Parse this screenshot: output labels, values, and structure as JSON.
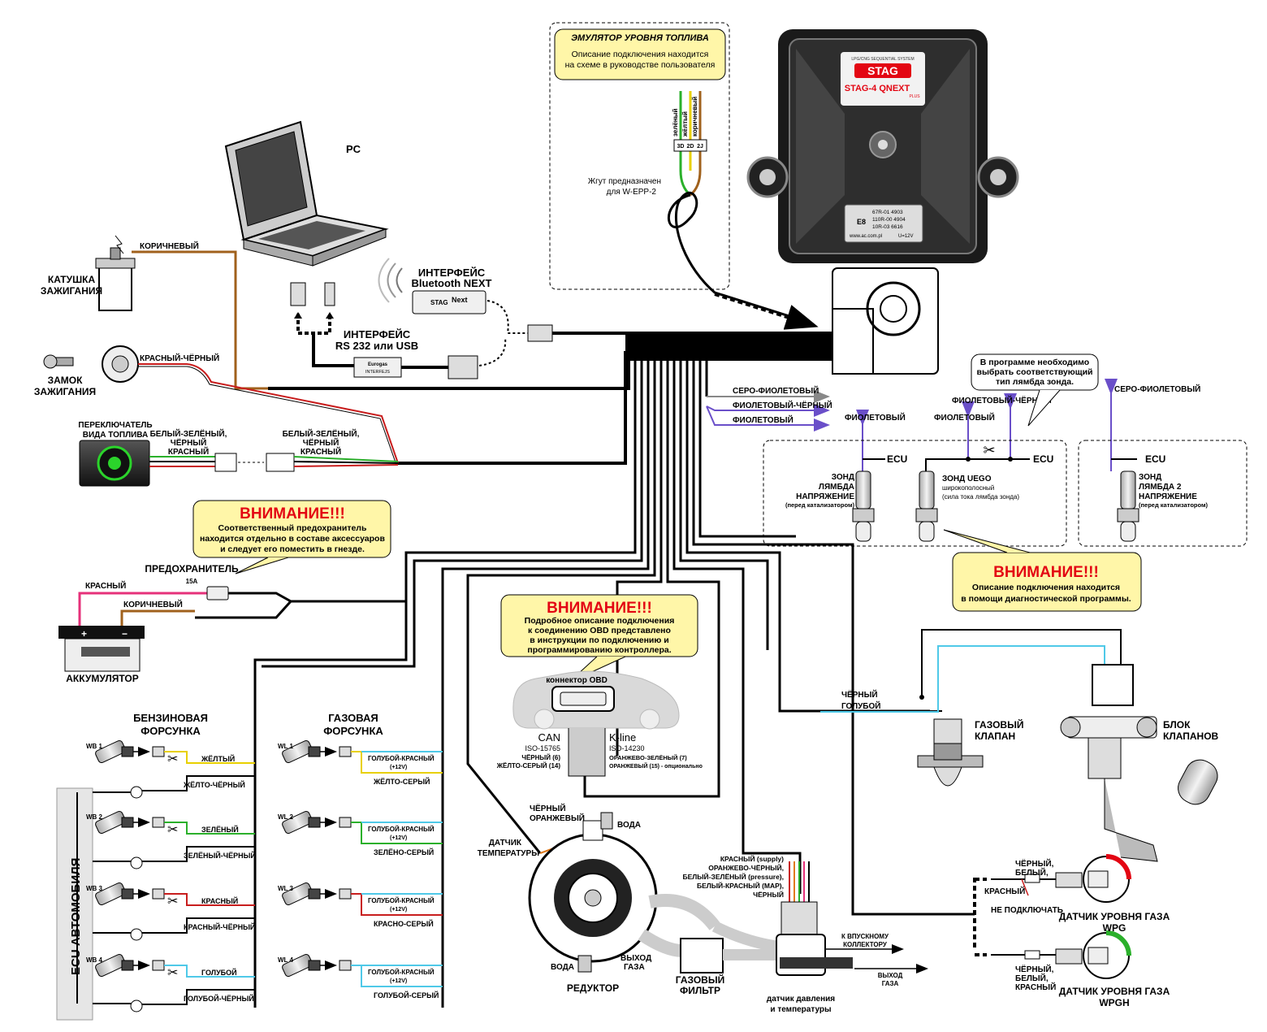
{
  "colors": {
    "accent_red": "#e30613",
    "note_yellow": "#fff6a8",
    "wire": "#000000"
  },
  "emulator": {
    "title": "ЭМУЛЯТОР УРОВНЯ ТОПЛИВА",
    "desc1": "Описание подключения находится",
    "desc2": "на схеме в руководстве пользователя",
    "wire_green": "зелёный",
    "wire_yellow": "жёлтый",
    "wire_brown": "коричневый",
    "pin1": "3D",
    "pin2": "2D",
    "pin3": "2J",
    "harness1": "Жгут предназначен",
    "harness2": "для W-EPP-2"
  },
  "ecu_unit": {
    "brand": "STAG",
    "model": "STAG-4 QNEXT",
    "model_sub": "PLUS",
    "subtitle": "LPG/CNG SEQUENTIAL SYSTEM",
    "cert_mark": "E8",
    "cert1": "67R-01 4903",
    "cert2": "110R-00 4904",
    "cert3": "10R-03 6616",
    "website": "www.ac.com.pl",
    "voltage": "U=12V"
  },
  "pc": {
    "label": "PC"
  },
  "bluetooth": {
    "title1": "ИНТЕРФЕЙС",
    "title2": "Bluetooth NEXT",
    "brand": "STAG",
    "device": "Next"
  },
  "rs232": {
    "title1": "ИНТЕРФЕЙС",
    "title2": "RS 232 или USB",
    "brand": "Eurogas",
    "device": "INTERFEJS"
  },
  "ignition_coil": {
    "label1": "КАТУШКА",
    "label2": "ЗАЖИГАНИЯ",
    "wire": "КОРИЧНЕВЫЙ"
  },
  "ignition_lock": {
    "label1": "ЗАМОК",
    "label2": "ЗАЖИГАНИЯ",
    "wire": "КРАСНЫЙ-ЧЁРНЫЙ"
  },
  "switch": {
    "label1": "ПЕРЕКЛЮЧАТЕЛЬ",
    "label2": "ВИДА ТОПЛИВА",
    "wires1": "БЕЛЫЙ-ЗЕЛЁНЫЙ,",
    "wires2": "ЧЁРНЫЙ",
    "wires3": "КРАСНЫЙ"
  },
  "warning_fuse": {
    "title": "ВНИМАНИЕ!!!",
    "l1": "Соответственный предохранитель",
    "l2": "находится отдельно в составе аксессуаров",
    "l3": "и следует его поместить в гнезде."
  },
  "fuse": {
    "label": "ПРЕДОХРАНИТЕЛЬ",
    "rating": "15A",
    "wire_red": "КРАСНЫЙ",
    "wire_brown": "КОРИЧНЕВЫЙ"
  },
  "battery": {
    "label": "АККУМУЛЯТОР",
    "plus": "+",
    "minus": "−"
  },
  "lambda_note": {
    "l1": "В программе необходимо",
    "l2": "выбрать соответствующий",
    "l3": "тип лямбда зонда."
  },
  "lambda_wires": {
    "w1": "СЕРО-ФИОЛЕТОВЫЙ",
    "w2": "ФИОЛЕТОВЫЙ-ЧЁРНЫЙ",
    "w3": "ФИОЛЕТОВЫЙ",
    "w4": "ФИОЛЕТОВЫЙ",
    "w5": "ФИОЛЕТОВЫЙ",
    "w6": "ФИОЛЕТОВЫЙ-ЧЁРНЫЙ",
    "w7": "СЕРО-ФИОЛЕТОВЫЙ"
  },
  "sensors": {
    "ecu": "ECU",
    "s1_l1": "ЗОНД",
    "s1_l2": "ЛЯМБДА",
    "s1_l3": "НАПРЯЖЕНИЕ",
    "s1_l4": "(перед катализатором)",
    "s2_l1": "ЗОНД UEGO",
    "s2_l2": "широкополосный",
    "s2_l3": "(сила тока лямбда зонда)",
    "s3_l1": "ЗОНД",
    "s3_l2": "ЛЯМБДА 2",
    "s3_l3": "НАПРЯЖЕНИЕ",
    "s3_l4": "(перед катализатором)"
  },
  "warning_diag": {
    "title": "ВНИМАНИЕ!!!",
    "l1": "Описание подключения находится",
    "l2": "в помощи диагностической программы."
  },
  "warning_obd": {
    "title": "ВНИМАНИЕ!!!",
    "l1": "Подробное описание подключения",
    "l2": "к соединению OBD представлено",
    "l3": "в инструкции по подключению и",
    "l4": "программированию контроллера."
  },
  "obd": {
    "label": "коннектор OBD",
    "can": "CAN",
    "can_std": "ISO-15765",
    "can_w1": "ЧЁРНЫЙ (6)",
    "can_w2": "ЖЁЛТО-СЕРЫЙ (14)",
    "kline": "K-line",
    "kline_std": "ISO-14230",
    "kline_w1": "ОРАНЖЕВО-ЗЕЛЁНЫЙ (7)",
    "kline_w2": "ОРАНЖЕВЫЙ (15) - опционально"
  },
  "gas_valve": {
    "label1": "ГАЗОВЫЙ",
    "label2": "КЛАПАН",
    "wire1": "ЧЁРНЫЙ",
    "wire2": "ГОЛУБОЙ"
  },
  "valve_block": {
    "label1": "БЛОК",
    "label2": "КЛАПАНОВ"
  },
  "petrol_inj": {
    "title1": "БЕНЗИНОВАЯ",
    "title2": "ФОРСУНКА",
    "items": [
      {
        "id": "WB 1",
        "w1": "ЖЁЛТЫЙ",
        "w2": "ЖЁЛТО-ЧЁРНЫЙ"
      },
      {
        "id": "WB 2",
        "w1": "ЗЕЛЁНЫЙ",
        "w2": "ЗЕЛЁНЫЙ-ЧЁРНЫЙ"
      },
      {
        "id": "WB 3",
        "w1": "КРАСНЫЙ",
        "w2": "КРАСНЫЙ-ЧЁРНЫЙ"
      },
      {
        "id": "WB 4",
        "w1": "ГОЛУБОЙ",
        "w2": "ГОЛУБОЙ-ЧЁРНЫЙ"
      }
    ]
  },
  "gas_inj": {
    "title1": "ГАЗОВАЯ",
    "title2": "ФОРСУНКА",
    "items": [
      {
        "id": "WL 1",
        "w1": "ГОЛУБОЙ-КРАСНЫЙ",
        "w1b": "(+12V)",
        "w2": "ЖЁЛТО-СЕРЫЙ"
      },
      {
        "id": "WL 2",
        "w1": "ГОЛУБОЙ-КРАСНЫЙ",
        "w1b": "(+12V)",
        "w2": "ЗЕЛЁНО-СЕРЫЙ"
      },
      {
        "id": "WL 3",
        "w1": "ГОЛУБОЙ-КРАСНЫЙ",
        "w1b": "(+12V)",
        "w2": "КРАСНО-СЕРЫЙ"
      },
      {
        "id": "WL 4",
        "w1": "ГОЛУБОЙ-КРАСНЫЙ",
        "w1b": "(+12V)",
        "w2": "ГОЛУБОЙ-СЕРЫЙ"
      }
    ]
  },
  "ecu_car": {
    "label": "ECU АВТОМОБИЛЯ"
  },
  "reducer": {
    "label": "РЕДУКТОР",
    "water_top": "ВОДА",
    "water_bottom": "ВОДА",
    "gas_out1": "ВЫХОД",
    "gas_out2": "ГАЗА",
    "temp1": "ДАТЧИК",
    "temp2": "ТЕМПЕРАТУРЫ",
    "temp_w1": "ЧЁРНЫЙ",
    "temp_w2": "ОРАНЖЕВЫЙ"
  },
  "filter": {
    "label1": "ГАЗОВЫЙ",
    "label2": "ФИЛЬТР"
  },
  "map_sensor": {
    "label1": "датчик давления",
    "label2": "и температуры",
    "w1": "КРАСНЫЙ (supply)",
    "w2": "ОРАНЖЕВО-ЧЁРНЫЙ,",
    "w3": "БЕЛЫЙ-ЗЕЛЁНЫЙ (pressure),",
    "w4": "БЕЛЫЙ-КРАСНЫЙ (MAP),",
    "w5": "ЧЁРНЫЙ",
    "intake1": "К ВПУСКНОМУ",
    "intake2": "КОЛЛЕКТОРУ",
    "out1": "ВЫХОД",
    "out2": "ГАЗА"
  },
  "level_sensors": {
    "w1": "ЧЁРНЫЙ,",
    "w2": "БЕЛЫЙ,",
    "w3": "КРАСНЫЙ",
    "not_conn": "НЕ ПОДКЛЮЧАТЬ",
    "wpg1": "ДАТЧИК УРОВНЯ ГАЗА",
    "wpg2": "WPG",
    "b1": "ЧЁРНЫЙ,",
    "b2": "БЕЛЫЙ,",
    "b3": "КРАСНЫЙ",
    "wpgh1": "ДАТЧИК УРОВНЯ ГАЗА",
    "wpgh2": "WPGH"
  }
}
